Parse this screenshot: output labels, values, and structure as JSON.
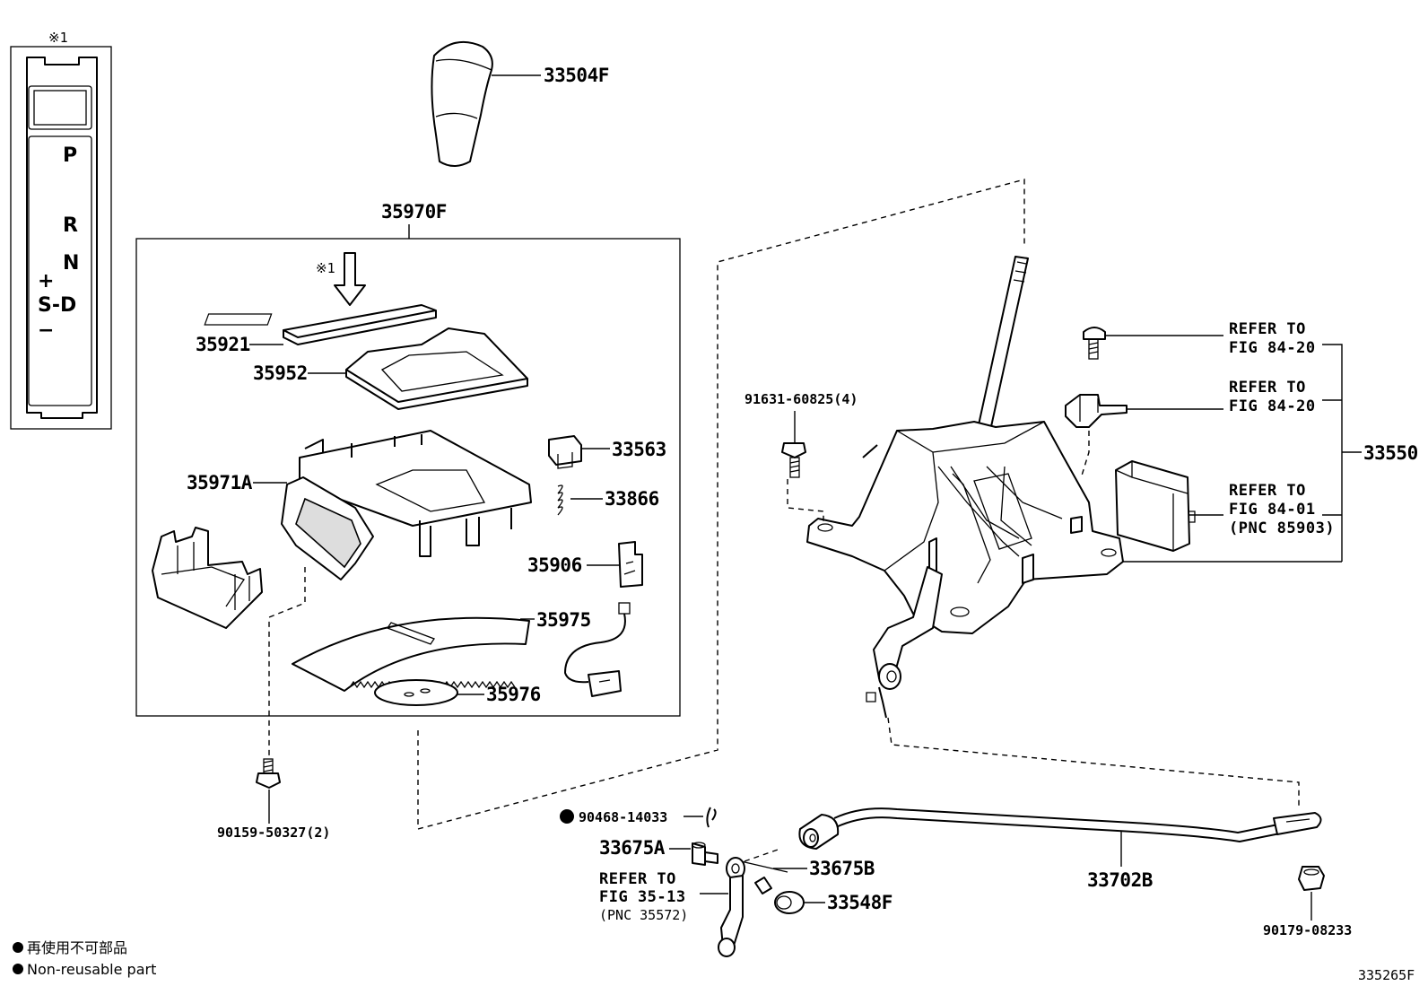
{
  "parts": {
    "p33504F": "33504F",
    "p35970F": "35970F",
    "p35921": "35921",
    "p35952": "35952",
    "p35971A": "35971A",
    "p33563": "33563",
    "p33866": "33866",
    "p35906": "35906",
    "p35975": "35975",
    "p35976": "35976",
    "p90159": "90159-50327(2)",
    "p91631": "91631-60825(4)",
    "p33550": "33550",
    "p90468": "90468-14033",
    "p33675A": "33675A",
    "p33675B": "33675B",
    "p33548F": "33548F",
    "p33702B": "33702B",
    "p90179": "90179-08233"
  },
  "refs": {
    "r1_line1": "REFER TO",
    "r1_line2": "FIG 84-20",
    "r2_line1": "REFER TO",
    "r2_line2": "FIG 84-20",
    "r3_line1": "REFER TO",
    "r3_line2": "FIG 84-01",
    "r3_line3": "(PNC 85903)",
    "r4_line1": "REFER TO",
    "r4_line2": "FIG 35-13",
    "r4_line3": "(PNC 35572)"
  },
  "inset": {
    "mark": "※1",
    "gear_p": "P",
    "gear_r": "R",
    "gear_n": "N",
    "gear_sd": "S-D",
    "gear_plus": "+",
    "gear_minus": "−"
  },
  "arrow_mark": "※1",
  "legend": {
    "jp": "再使用不可部品",
    "en": "Non-reusable part"
  },
  "figure_id": "335265F"
}
